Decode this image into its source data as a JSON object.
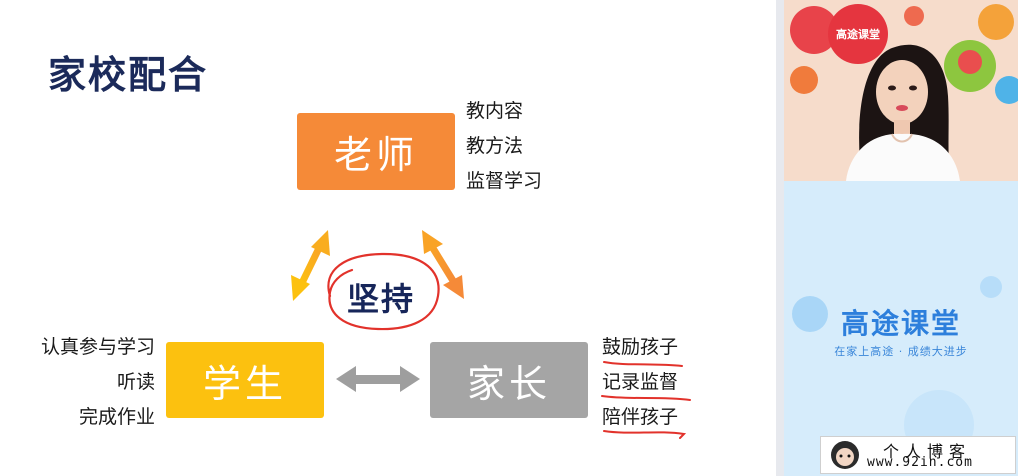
{
  "slide": {
    "title": "家校配合",
    "center_label": "坚持",
    "teacher": {
      "label": "老师",
      "notes": [
        "教内容",
        "教方法",
        "监督学习"
      ]
    },
    "student": {
      "label": "学生",
      "notes": [
        "认真参与学习",
        "听读",
        "完成作业"
      ]
    },
    "parent": {
      "label": "家长",
      "notes": [
        "鼓励孩子",
        "记录监督",
        "陪伴孩子"
      ]
    },
    "colors": {
      "teacher": "#f58a38",
      "student": "#fcc10f",
      "parent": "#a5a5a5",
      "annotation": "#e2322b"
    }
  },
  "webcam": {
    "backdrop_logo": "高途课堂"
  },
  "brand": {
    "name": "高途课堂",
    "slogan": "在家上高途 · 成绩大进步"
  },
  "watermark": {
    "title": "个人博客",
    "url": "www.92in.com"
  }
}
